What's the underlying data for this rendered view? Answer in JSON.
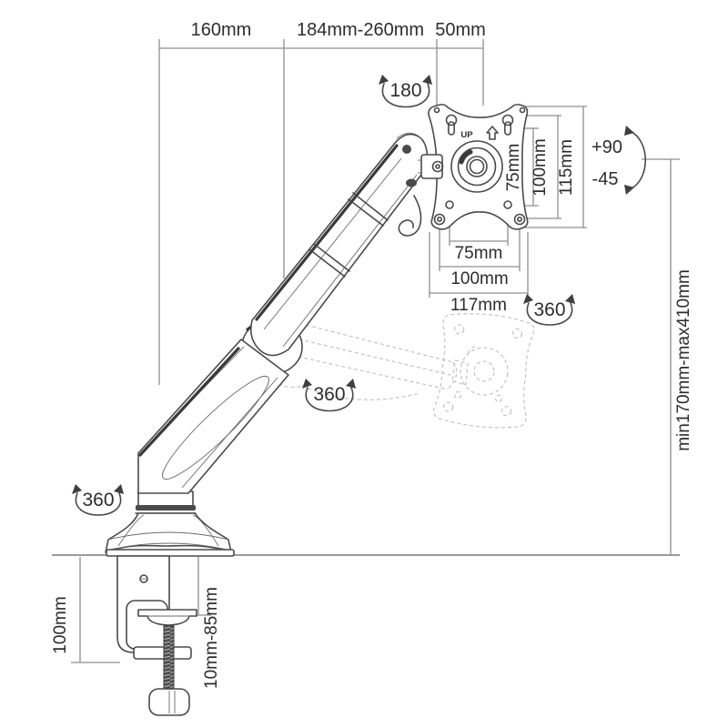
{
  "diagram_title": "gas-spring monitor desk mount dimension drawing",
  "colors": {
    "background": "#ffffff",
    "line": "#4a4a4a",
    "dimension": "#8f8f8f",
    "text": "#2d2d2d",
    "ghost": "#c3c3c3"
  },
  "labels": {
    "top_span_1": "160mm",
    "top_span_2": "184mm-260mm",
    "top_span_3": "50mm",
    "head_rotation": "180",
    "tilt_up": "+90",
    "tilt_down": "-45",
    "vesa_vertical_75": "75mm",
    "vesa_vertical_100": "100mm",
    "vesa_vertical_115": "115mm",
    "vesa_horizontal_75": "75mm",
    "vesa_horizontal_100": "100mm",
    "vesa_width_117": "117mm",
    "plate_rotation": "360",
    "arm_rotation": "360",
    "base_rotation": "360",
    "up_marking": "UP",
    "height_range": "min170mm-max410mm",
    "clamp_below_height": "100mm",
    "clamp_thickness_range": "10mm-85mm"
  }
}
